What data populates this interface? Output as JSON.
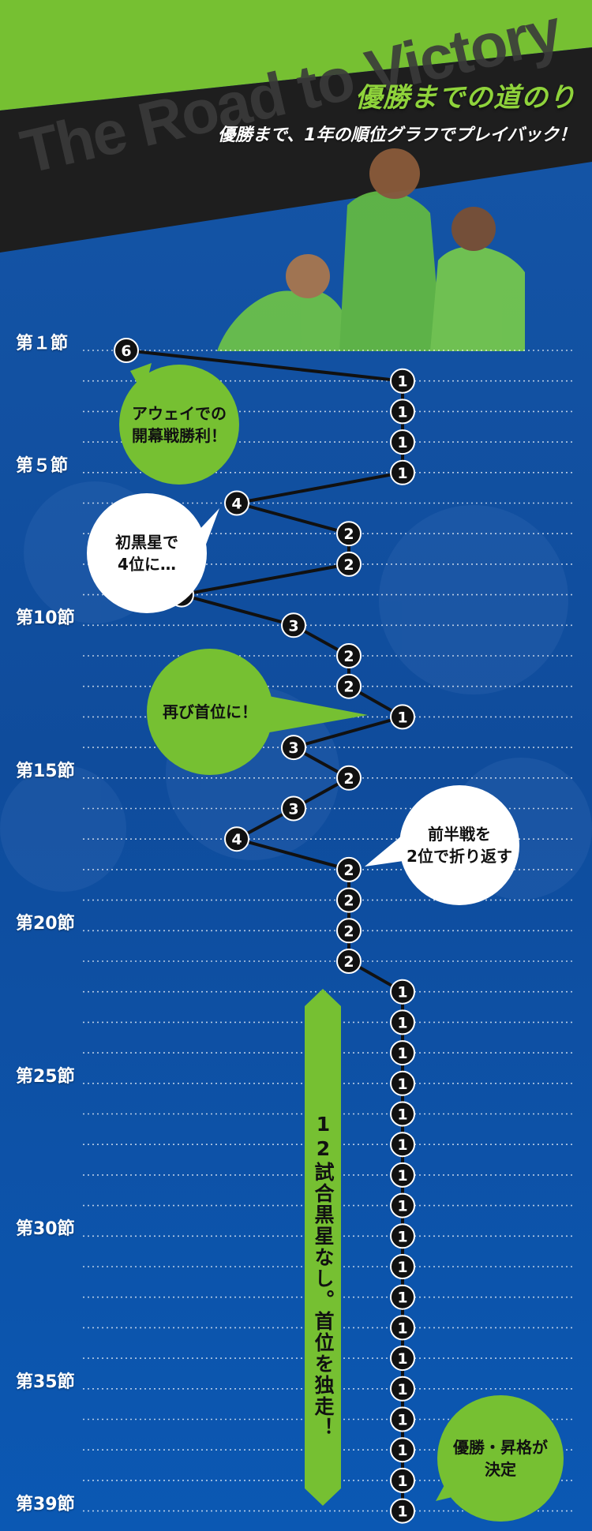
{
  "header": {
    "title": "優勝までの道のり",
    "subtitle": "優勝まで、1年の順位グラフでプレイバック！",
    "background_text": "The Road to Victory"
  },
  "colors": {
    "accent_green": "#76c032",
    "background_blue": "#0d4fa0",
    "marker": "#111111",
    "header_black": "#1e1e1e"
  },
  "round_labels": [
    {
      "round": 1,
      "text": "第１節"
    },
    {
      "round": 5,
      "text": "第５節"
    },
    {
      "round": 10,
      "text": "第10節"
    },
    {
      "round": 15,
      "text": "第15節"
    },
    {
      "round": 20,
      "text": "第20節"
    },
    {
      "round": 25,
      "text": "第25節"
    },
    {
      "round": 30,
      "text": "第30節"
    },
    {
      "round": 35,
      "text": "第35節"
    },
    {
      "round": 39,
      "text": "第39節"
    }
  ],
  "chart_data": {
    "type": "line",
    "orientation": "vertical",
    "x_label": "",
    "y_label": "",
    "rounds": [
      1,
      2,
      3,
      4,
      5,
      6,
      7,
      8,
      9,
      10,
      11,
      12,
      13,
      14,
      15,
      16,
      17,
      18,
      19,
      20,
      21,
      22,
      23,
      24,
      25,
      26,
      27,
      28,
      29,
      30,
      31,
      32,
      33,
      34,
      35,
      36,
      37,
      38,
      39
    ],
    "positions": [
      6,
      1,
      1,
      1,
      1,
      4,
      2,
      2,
      5,
      3,
      2,
      2,
      1,
      3,
      2,
      3,
      4,
      2,
      2,
      2,
      2,
      1,
      1,
      1,
      1,
      1,
      1,
      1,
      1,
      1,
      1,
      1,
      1,
      1,
      1,
      1,
      1,
      1,
      1
    ],
    "position_range": [
      1,
      6
    ],
    "grid": true
  },
  "annotations": [
    {
      "text": "アウェイでの\n開幕戦勝利！",
      "style": "green",
      "round": 3
    },
    {
      "text": "初黒星で\n4位に…",
      "style": "white",
      "round": 7
    },
    {
      "text": "再び首位に！",
      "style": "green",
      "round": 12
    },
    {
      "text": "前半戦を\n2位で折り返す",
      "style": "white",
      "round": 18
    },
    {
      "text": "優勝・昇格が\n決定",
      "style": "green",
      "round": 38
    }
  ],
  "banner": {
    "text": "12試合黒星なし。首位を独走！"
  }
}
